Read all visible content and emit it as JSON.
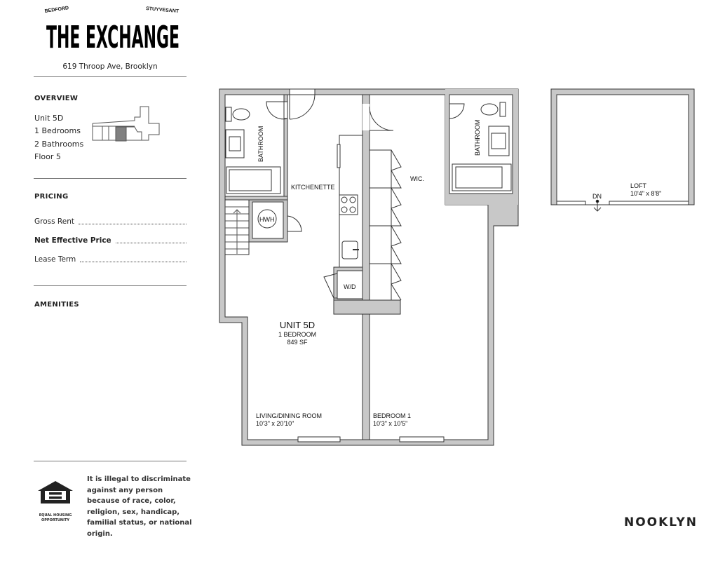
{
  "header": {
    "logo_top_left": "BEDFORD",
    "logo_top_right": "STUYVESANT",
    "logo_main": "THE EXCHANGE",
    "address": "619 Throop Ave, Brooklyn"
  },
  "overview": {
    "heading": "OVERVIEW",
    "unit": "Unit 5D",
    "bedrooms": "1 Bedrooms",
    "bathrooms": "2 Bathrooms",
    "floor": "Floor 5"
  },
  "pricing": {
    "heading": "PRICING",
    "rows": [
      {
        "label": "Gross Rent",
        "bold": false
      },
      {
        "label": "Net Effective Price",
        "bold": true
      },
      {
        "label": "Lease Term",
        "bold": false
      }
    ]
  },
  "amenities": {
    "heading": "AMENITIES"
  },
  "footer": {
    "legal": "It is illegal to discriminate against any person because of race, color, religion, sex, handicap, familial status, or national origin.",
    "eho_line1": "EQUAL HOUSING",
    "eho_line2": "OPPORTUNITY",
    "brand": "NOOKLYN"
  },
  "plan": {
    "unit_title": "UNIT 5D",
    "unit_beds": "1 BEDROOM",
    "unit_area": "849 SF",
    "bathroom_label": "BATHROOM",
    "kitchenette": "KITCHENETTE",
    "wic": "WIC.",
    "hwh": "HWH",
    "wd": "W/D",
    "living_name": "LIVING/DINING ROOM",
    "living_dims": "10'3\" x 20'10\"",
    "bedroom_name": "BEDROOM 1",
    "bedroom_dims": "10'3\" x 10'5\"",
    "loft_name": "LOFT",
    "loft_dims": "10'4\" x 8'8\"",
    "dn": "DN"
  },
  "colors": {
    "wall": "#c8c8c8",
    "highlight": "#808080"
  }
}
